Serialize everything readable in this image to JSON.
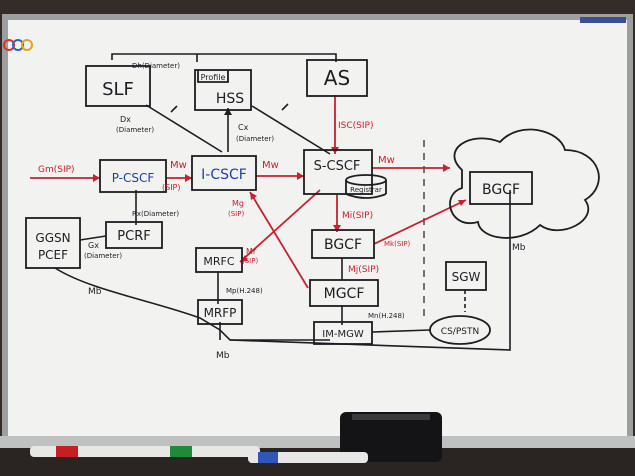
{
  "nodes": {
    "slf": "SLF",
    "hss": "HSS",
    "profile": "Profile",
    "as": "AS",
    "pcscf": "P-CSCF",
    "icscf": "I-CSCF",
    "scscf": "S-CSCF",
    "registrar": "Registrar",
    "bgcf_cloud": "BGCF",
    "ggsn": "GGSN",
    "pcef": "PCEF",
    "pcrf": "PCRF",
    "mrfc": "MRFC",
    "mrfp": "MRFP",
    "bgcf": "BGCF",
    "mgcf": "MGCF",
    "sgw": "SGW",
    "immgw": "IM-MGW",
    "cspstn": "CS/PSTN"
  },
  "links": {
    "dh": "Dh(Diameter)",
    "dx": "Dx",
    "dx_proto": "(Diameter)",
    "cx": "Cx",
    "cx_proto": "(Diameter)",
    "isc": "ISC(SIP)",
    "gm": "Gm(SIP)",
    "mw_pi": "Mw",
    "mw_pi_proto": "(SIP)",
    "mw_is": "Mw",
    "mw_sb": "Mw",
    "rx": "Rx(Diameter)",
    "gx": "Gx",
    "gx_proto": "(Diameter)",
    "mg": "Mg",
    "mg_proto": "(SIP)",
    "mr": "Mr",
    "mr_proto": "(SIP)",
    "mi": "Mi(SIP)",
    "mk": "Mk(SIP)",
    "mj": "Mj(SIP)",
    "mp": "Mp(H.248)",
    "mn": "Mn(H.248)",
    "mb_left": "Mb",
    "mb_bottom": "Mb",
    "mb_right": "Mb"
  }
}
